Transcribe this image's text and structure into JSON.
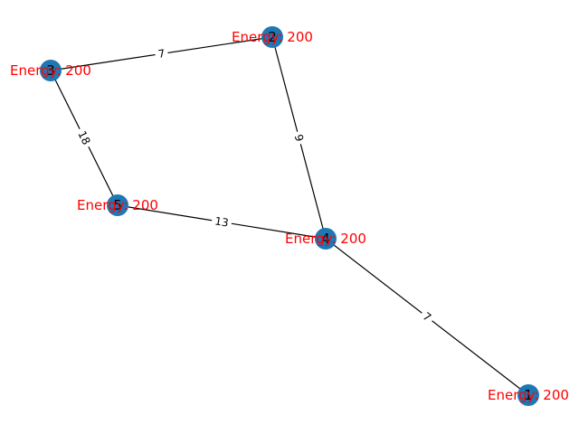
{
  "graph": {
    "node_color": "#1f77b4",
    "edge_color": "#000000",
    "energy_color": "#ff0000",
    "nodes": [
      {
        "id": "1",
        "energy_label": "Energy: 200"
      },
      {
        "id": "2",
        "energy_label": "Energy: 200"
      },
      {
        "id": "3",
        "energy_label": "Energy: 200"
      },
      {
        "id": "4",
        "energy_label": "Energy: 200"
      },
      {
        "id": "5",
        "energy_label": "Energy: 200"
      }
    ],
    "edges": [
      {
        "source": "3",
        "target": "2",
        "weight": "7"
      },
      {
        "source": "2",
        "target": "4",
        "weight": "9"
      },
      {
        "source": "3",
        "target": "5",
        "weight": "18"
      },
      {
        "source": "5",
        "target": "4",
        "weight": "13"
      },
      {
        "source": "4",
        "target": "1",
        "weight": "7"
      }
    ]
  }
}
